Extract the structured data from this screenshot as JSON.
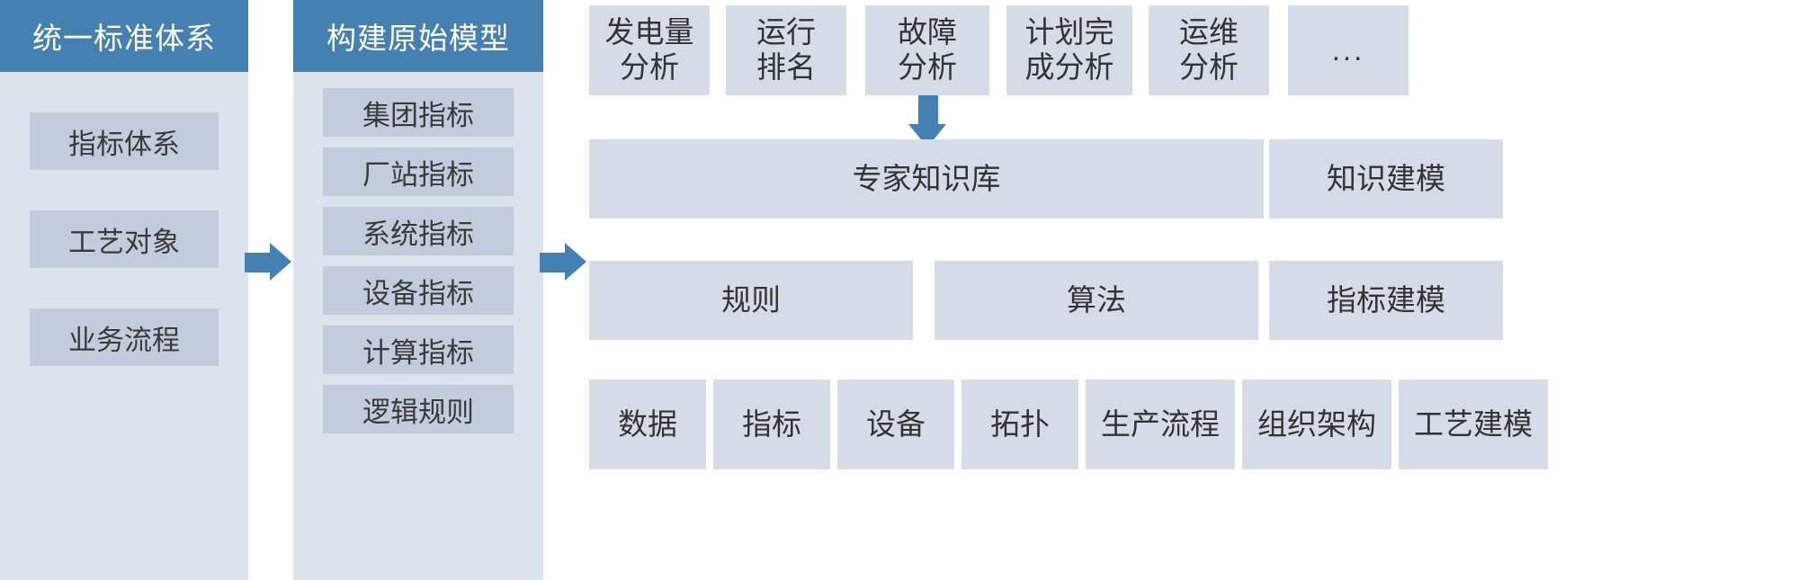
{
  "diagram": {
    "title_bar_color": "#4580b3",
    "panel_bg": "#dde3ec",
    "chip_bg": "#c3ccdc",
    "card_bg": "#d6dce7",
    "text_color": "#333333"
  },
  "columns": {
    "standard_system": {
      "header": "统一标准体系",
      "items": [
        {
          "label": "指标体系"
        },
        {
          "label": "工艺对象"
        },
        {
          "label": "业务流程"
        }
      ]
    },
    "original_model": {
      "header": "构建原始模型",
      "items": [
        {
          "label": "集团指标"
        },
        {
          "label": "厂站指标"
        },
        {
          "label": "系统指标"
        },
        {
          "label": "设备指标"
        },
        {
          "label": "计算指标"
        },
        {
          "label": "逻辑规则"
        }
      ]
    }
  },
  "right": {
    "analysis_row": [
      {
        "label": "发电量\n分析"
      },
      {
        "label": "运行\n排名"
      },
      {
        "label": "故障\n分析"
      },
      {
        "label": "计划完\n成分析"
      },
      {
        "label": "运维\n分析"
      },
      {
        "label": "..."
      }
    ],
    "knowledge_row": [
      {
        "label": "专家知识库"
      },
      {
        "label": "知识建模"
      }
    ],
    "rule_row": [
      {
        "label": "规则"
      },
      {
        "label": "算法"
      },
      {
        "label": "指标建模"
      }
    ],
    "base_row": [
      {
        "label": "数据"
      },
      {
        "label": "指标"
      },
      {
        "label": "设备"
      },
      {
        "label": "拓扑"
      },
      {
        "label": "生产流程"
      },
      {
        "label": "组织架构"
      },
      {
        "label": "工艺建模"
      }
    ]
  },
  "connectors": {
    "standard_to_model": "arrow-right",
    "model_to_platform": "arrow-right",
    "fault_to_knowledge": "arrow-down"
  }
}
